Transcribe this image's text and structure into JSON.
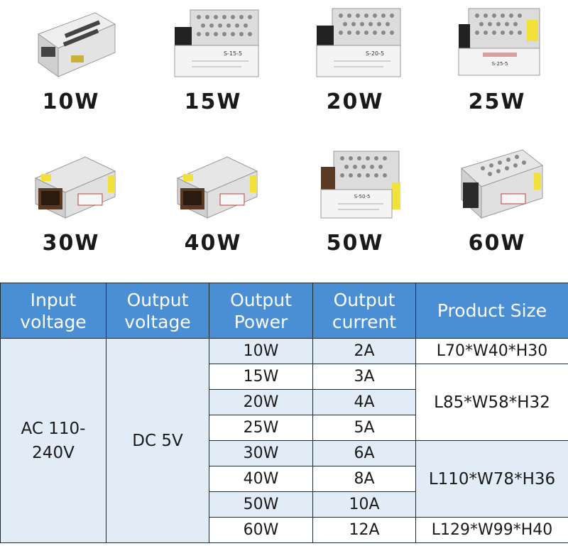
{
  "products": [
    {
      "label": "10W",
      "model": ""
    },
    {
      "label": "15W",
      "model": "S-15-5"
    },
    {
      "label": "20W",
      "model": "S-20-5"
    },
    {
      "label": "25W",
      "model": "S-25-5"
    },
    {
      "label": "30W",
      "model": ""
    },
    {
      "label": "40W",
      "model": ""
    },
    {
      "label": "50W",
      "model": "S-50-5"
    },
    {
      "label": "60W",
      "model": ""
    }
  ],
  "table": {
    "headers": [
      "Input voltage",
      "Output voltage",
      "Output Power",
      "Output current",
      "Product Size"
    ],
    "input_voltage": "AC 110-240V",
    "output_voltage": "DC 5V",
    "rows": [
      {
        "power": "10W",
        "current": "2A"
      },
      {
        "power": "15W",
        "current": "3A"
      },
      {
        "power": "20W",
        "current": "4A"
      },
      {
        "power": "25W",
        "current": "5A"
      },
      {
        "power": "30W",
        "current": "6A"
      },
      {
        "power": "40W",
        "current": "8A"
      },
      {
        "power": "50W",
        "current": "10A"
      },
      {
        "power": "60W",
        "current": "12A"
      }
    ],
    "sizes": [
      "L70*W40*H30",
      "L85*W58*H32",
      "L110*W78*H36",
      "L129*W99*H40"
    ]
  },
  "colors": {
    "header_bg": "#4a8ed4",
    "body_tint": "#e2ecf7",
    "border": "#1f2b33"
  }
}
